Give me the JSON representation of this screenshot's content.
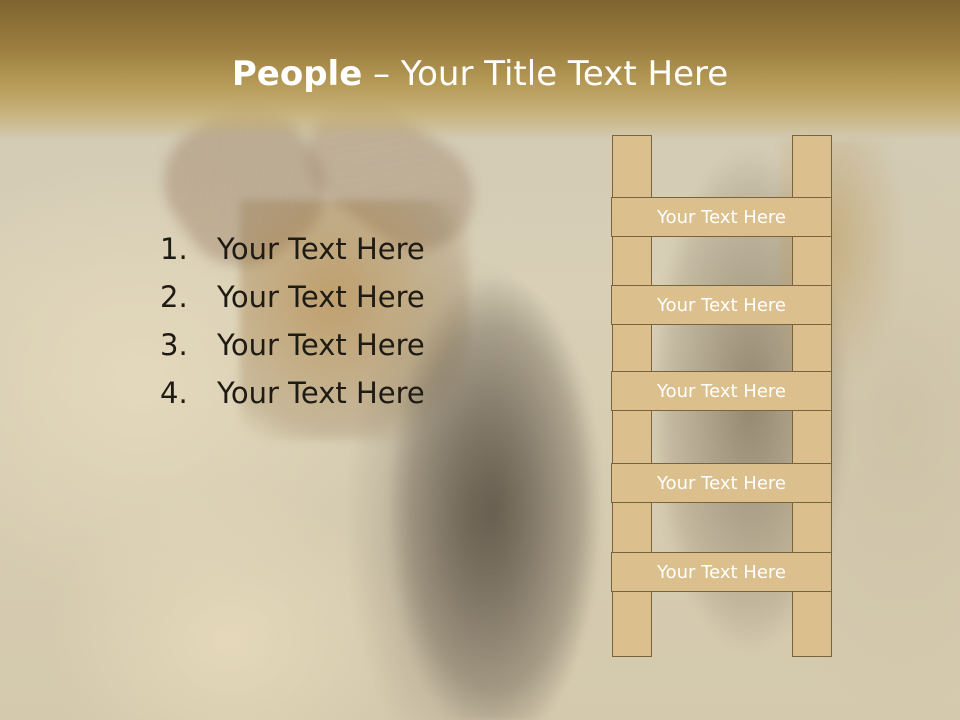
{
  "title": {
    "bold": "People",
    "rest": " – Your Title Text Here"
  },
  "list": {
    "items": [
      {
        "number": "1.",
        "text": "Your Text Here"
      },
      {
        "number": "2.",
        "text": "Your Text Here"
      },
      {
        "number": "3.",
        "text": "Your Text Here"
      },
      {
        "number": "4.",
        "text": "Your Text Here"
      }
    ]
  },
  "ladder": {
    "rungs": [
      {
        "label": "Your Text Here"
      },
      {
        "label": "Your Text Here"
      },
      {
        "label": "Your Text Here"
      },
      {
        "label": "Your Text Here"
      },
      {
        "label": "Your Text Here"
      }
    ]
  },
  "colors": {
    "title_bar": "#977a3c",
    "ladder_fill": "#dbc08d",
    "ladder_border": "#7a6440",
    "list_text": "#1e1a14",
    "title_text": "#ffffff"
  }
}
